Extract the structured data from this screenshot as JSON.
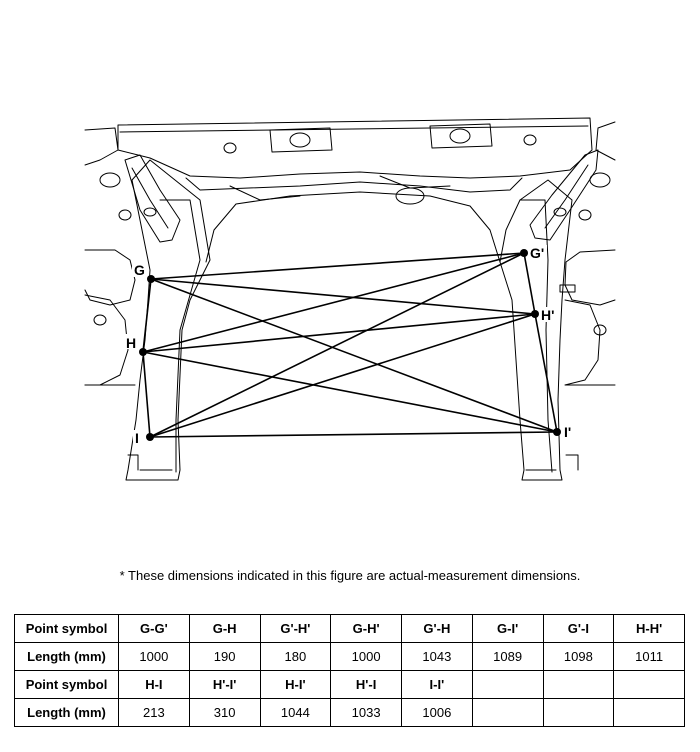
{
  "diagram": {
    "points": [
      {
        "id": "G",
        "label": "G"
      },
      {
        "id": "H",
        "label": "H"
      },
      {
        "id": "I",
        "label": "I"
      },
      {
        "id": "Gp",
        "label": "G'"
      },
      {
        "id": "Hp",
        "label": "H'"
      },
      {
        "id": "Ip",
        "label": "I'"
      }
    ]
  },
  "note": "* These dimensions indicated in this figure are actual-measurement dimensions.",
  "table": {
    "header_label": "Point symbol",
    "length_label": "Length (mm)",
    "row1_symbols": [
      "G-G'",
      "G-H",
      "G'-H'",
      "G-H'",
      "G'-H",
      "G-I'",
      "G'-I",
      "H-H'"
    ],
    "row1_lengths": [
      "1000",
      "190",
      "180",
      "1000",
      "1043",
      "1089",
      "1098",
      "1011"
    ],
    "row2_symbols": [
      "H-I",
      "H'-I'",
      "H-I'",
      "H'-I",
      "I-I'",
      "",
      "",
      ""
    ],
    "row2_lengths": [
      "213",
      "310",
      "1044",
      "1033",
      "1006",
      "",
      "",
      ""
    ]
  }
}
